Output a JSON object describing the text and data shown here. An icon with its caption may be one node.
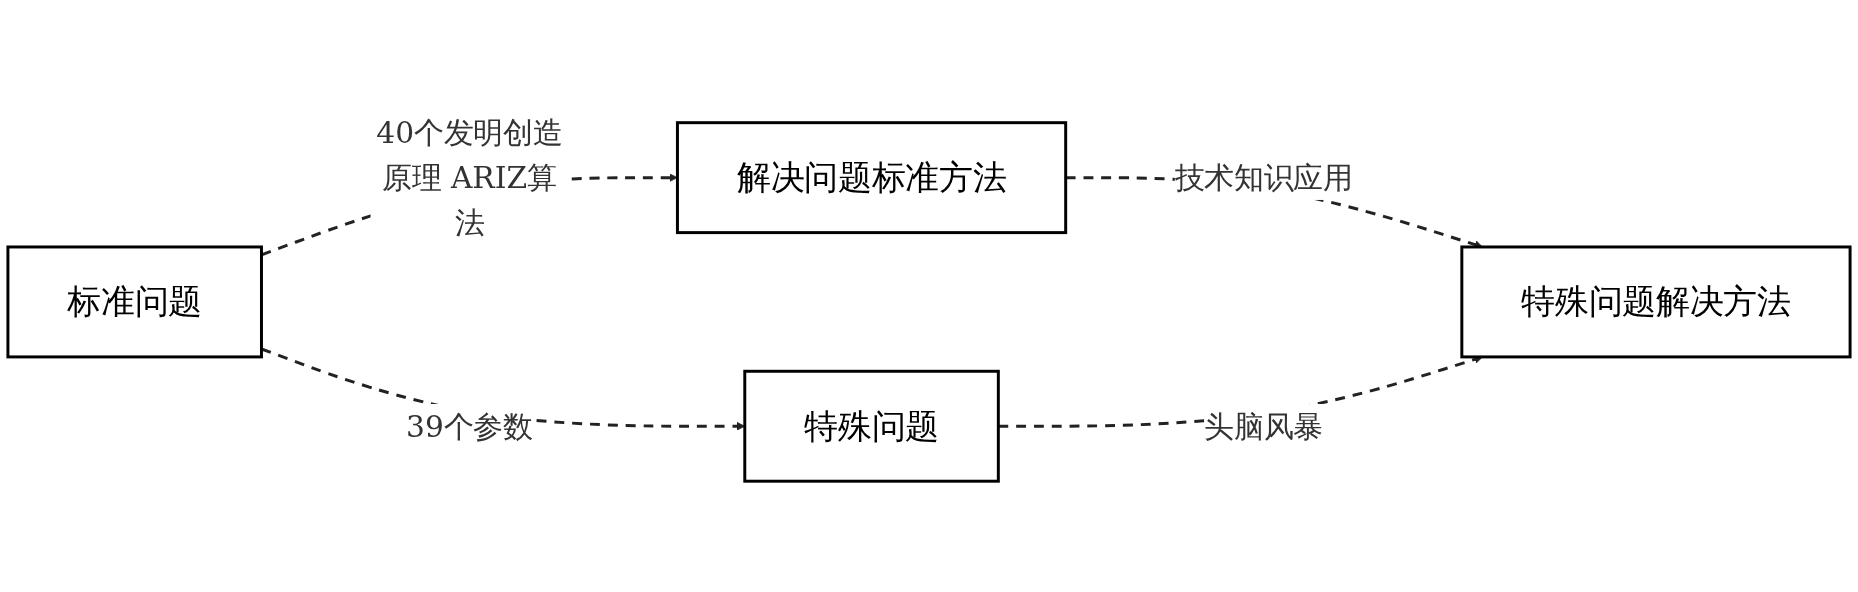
{
  "diagram": {
    "nodes": [
      {
        "text": [
          "标准问题"
        ]
      },
      {
        "text": [
          "解决问题标准方法"
        ]
      },
      {
        "text": [
          "特殊问题"
        ]
      },
      {
        "text": [
          "特殊问题解决方法"
        ]
      }
    ],
    "edges": [
      {
        "from": 0,
        "to": 1,
        "arrow": "to",
        "style": "dashed",
        "label": "40个发明创造原理 ARIZ算法"
      },
      {
        "from": 0,
        "to": 2,
        "arrow": "to",
        "style": "dashed",
        "label": "39个参数"
      },
      {
        "from": 1,
        "to": 3,
        "arrow": "to",
        "style": "dashed",
        "label": "技术知识应用"
      },
      {
        "from": 2,
        "to": 3,
        "arrow": "to",
        "style": "dashed",
        "label": "头脑风暴"
      }
    ]
  }
}
